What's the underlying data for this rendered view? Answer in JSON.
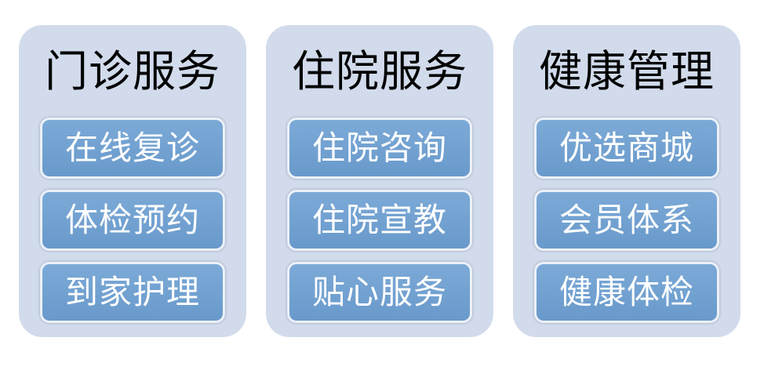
{
  "page": {
    "background": "#ffffff"
  },
  "colors": {
    "card_bg": "#d1dbeb",
    "chip_bg": "#6da0d3",
    "chip_border": "#ecf1f8",
    "title_text": "#000000",
    "chip_text": "#ffffff"
  },
  "cards": [
    {
      "title": "门诊服务",
      "items": [
        "在线复诊",
        "体检预约",
        "到家护理"
      ]
    },
    {
      "title": "住院服务",
      "items": [
        "住院咨询",
        "住院宣教",
        "贴心服务"
      ]
    },
    {
      "title": "健康管理",
      "items": [
        "优选商城",
        "会员体系",
        "健康体检"
      ]
    }
  ]
}
